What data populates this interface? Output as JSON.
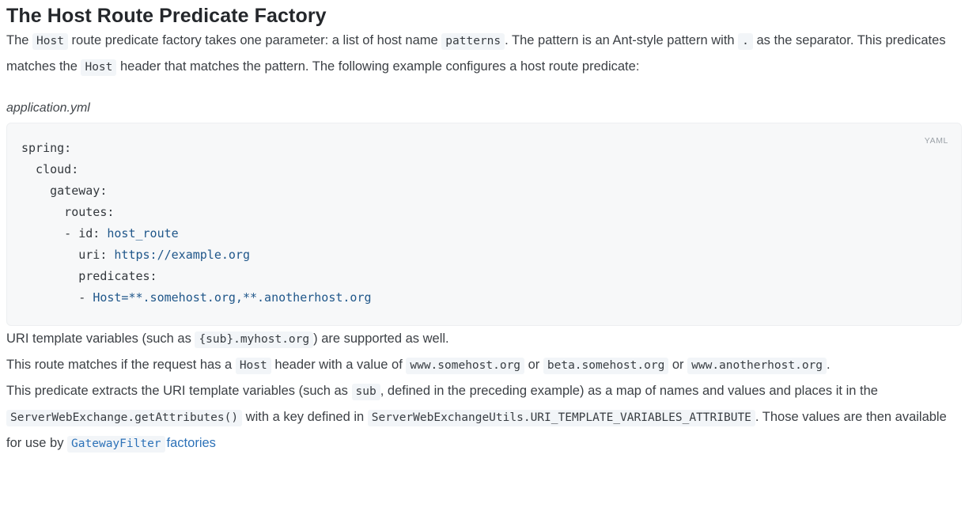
{
  "heading": "The Host Route Predicate Factory",
  "para1": {
    "t1": "The ",
    "c1": "Host",
    "t2": " route predicate factory takes one parameter: a list of host name ",
    "c2": "patterns",
    "t3": ". The pattern is an Ant-style pattern with ",
    "c3": ".",
    "t4": " as the sepa­rator. This predicates matches the ",
    "c4": "Host",
    "t5": " header that matches the pattern. The following example configures a host route predicate:"
  },
  "code_block": {
    "title": "application.yml",
    "language_label": "YAML",
    "lines": [
      {
        "plain": "spring:",
        "value": ""
      },
      {
        "plain": "  cloud:",
        "value": ""
      },
      {
        "plain": "    gateway:",
        "value": ""
      },
      {
        "plain": "      routes:",
        "value": ""
      },
      {
        "plain": "      - id: ",
        "value": "host_route"
      },
      {
        "plain": "        uri: ",
        "value": "https://example.org"
      },
      {
        "plain": "        predicates:",
        "value": ""
      },
      {
        "plain": "        - ",
        "value": "Host=**.somehost.org,**.anotherhost.org"
      }
    ]
  },
  "para2": {
    "t1": "URI template variables (such as ",
    "c1": "{sub}.myhost.org",
    "t2": ") are supported as well."
  },
  "para3": {
    "t1": "This route matches if the request has a ",
    "c1": "Host",
    "t2": " header with a value of ",
    "c2": "www.somehost.org",
    "t3": " or ",
    "c3": "beta.somehost.org",
    "t4": " or ",
    "c4": "www.anotherhost.org",
    "t5": "."
  },
  "para4": {
    "t1": "This predicate extracts the URI template variables (such as ",
    "c1": "sub",
    "t2": ", defined in the preceding example) as a map of names and values and places it in the ",
    "c2": "ServerWebExchange.getAttributes()",
    "t3": " with a key defined in ",
    "c3": "ServerWebExchangeUtils.URI_TEMPLATE_VARIABLES_ATTRIBUTE",
    "t4": ". Those values are then available for use by ",
    "link_code": "GatewayFilter",
    "link_word": "factories"
  },
  "colors": {
    "body_text": "#3c4045",
    "heading_text": "#24272b",
    "inline_code_bg": "#f2f5f8",
    "code_block_bg": "#f7f8f9",
    "yaml_value_blue": "#20578a",
    "link_blue": "#2d72b8",
    "lang_badge_gray": "#9ba1a7"
  }
}
